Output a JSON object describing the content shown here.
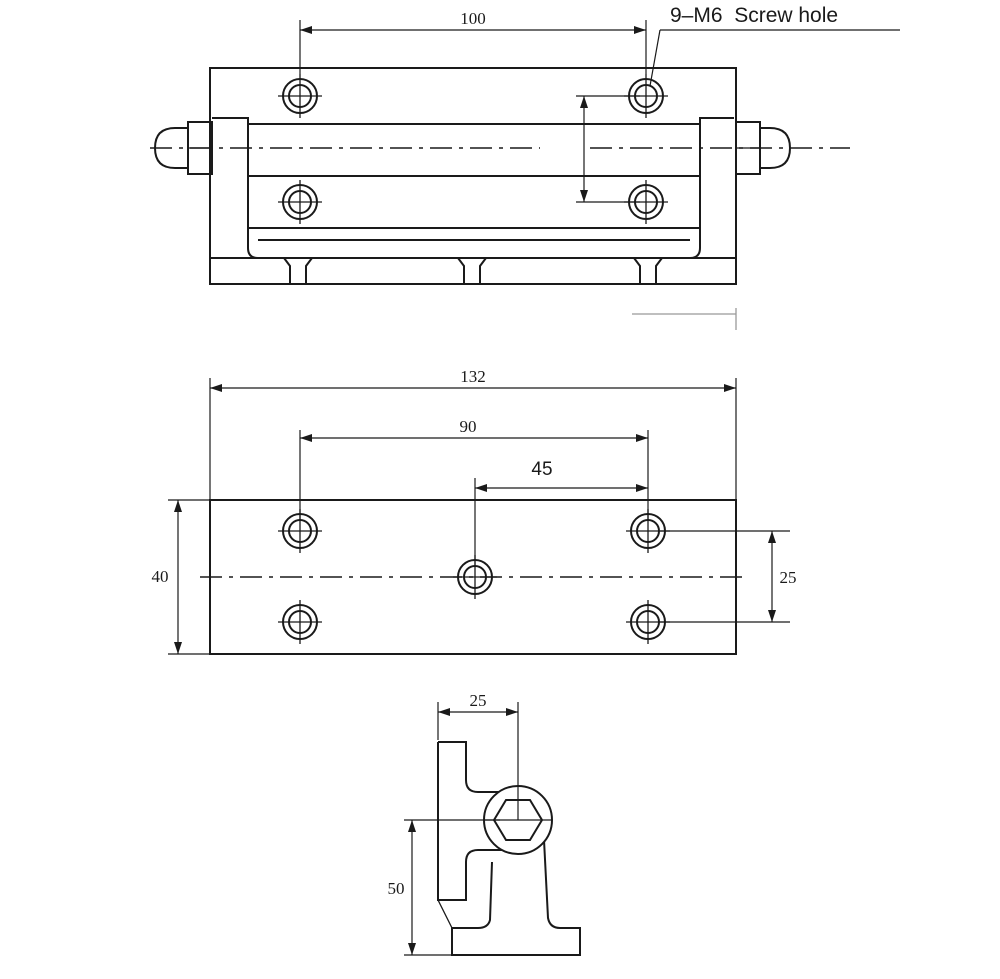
{
  "labels": {
    "callout": "9–M6  Screw hole",
    "top_width": "100",
    "length": "132",
    "outer_spacing": "90",
    "center_spacing": "45",
    "height": "40",
    "row_spacing": "25",
    "side_width": "25",
    "side_height": "50"
  }
}
